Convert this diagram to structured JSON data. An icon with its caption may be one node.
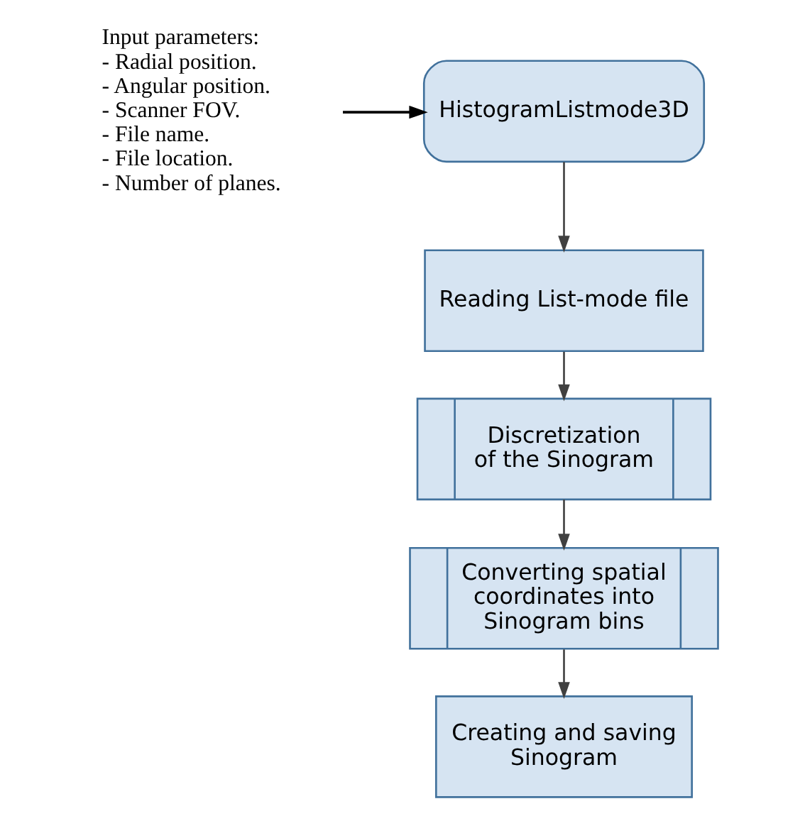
{
  "diagram": {
    "nodes": [
      {
        "text": [
          "Input parameters:",
          "- Radial position.",
          "- Angular position.",
          "- Scanner FOV.",
          "- File name.",
          "- File location.",
          "- Number of planes."
        ]
      },
      {
        "text": [
          "HistogramListmode3D"
        ]
      },
      {
        "text": [
          "Reading List-mode file"
        ]
      },
      {
        "text": [
          "Discretization of the Sinogram"
        ]
      },
      {
        "text": [
          "Converting spatial coordinates into Sinogram bins"
        ]
      },
      {
        "text": [
          "Creating and saving Sinogram"
        ]
      }
    ],
    "edges": [
      {
        "from": 0,
        "to": 1,
        "arrow": "to"
      },
      {
        "from": 1,
        "to": 2,
        "arrow": "to"
      },
      {
        "from": 2,
        "to": 3,
        "arrow": "to"
      },
      {
        "from": 3,
        "to": 4,
        "arrow": "to"
      },
      {
        "from": 4,
        "to": 5,
        "arrow": "to"
      }
    ]
  }
}
